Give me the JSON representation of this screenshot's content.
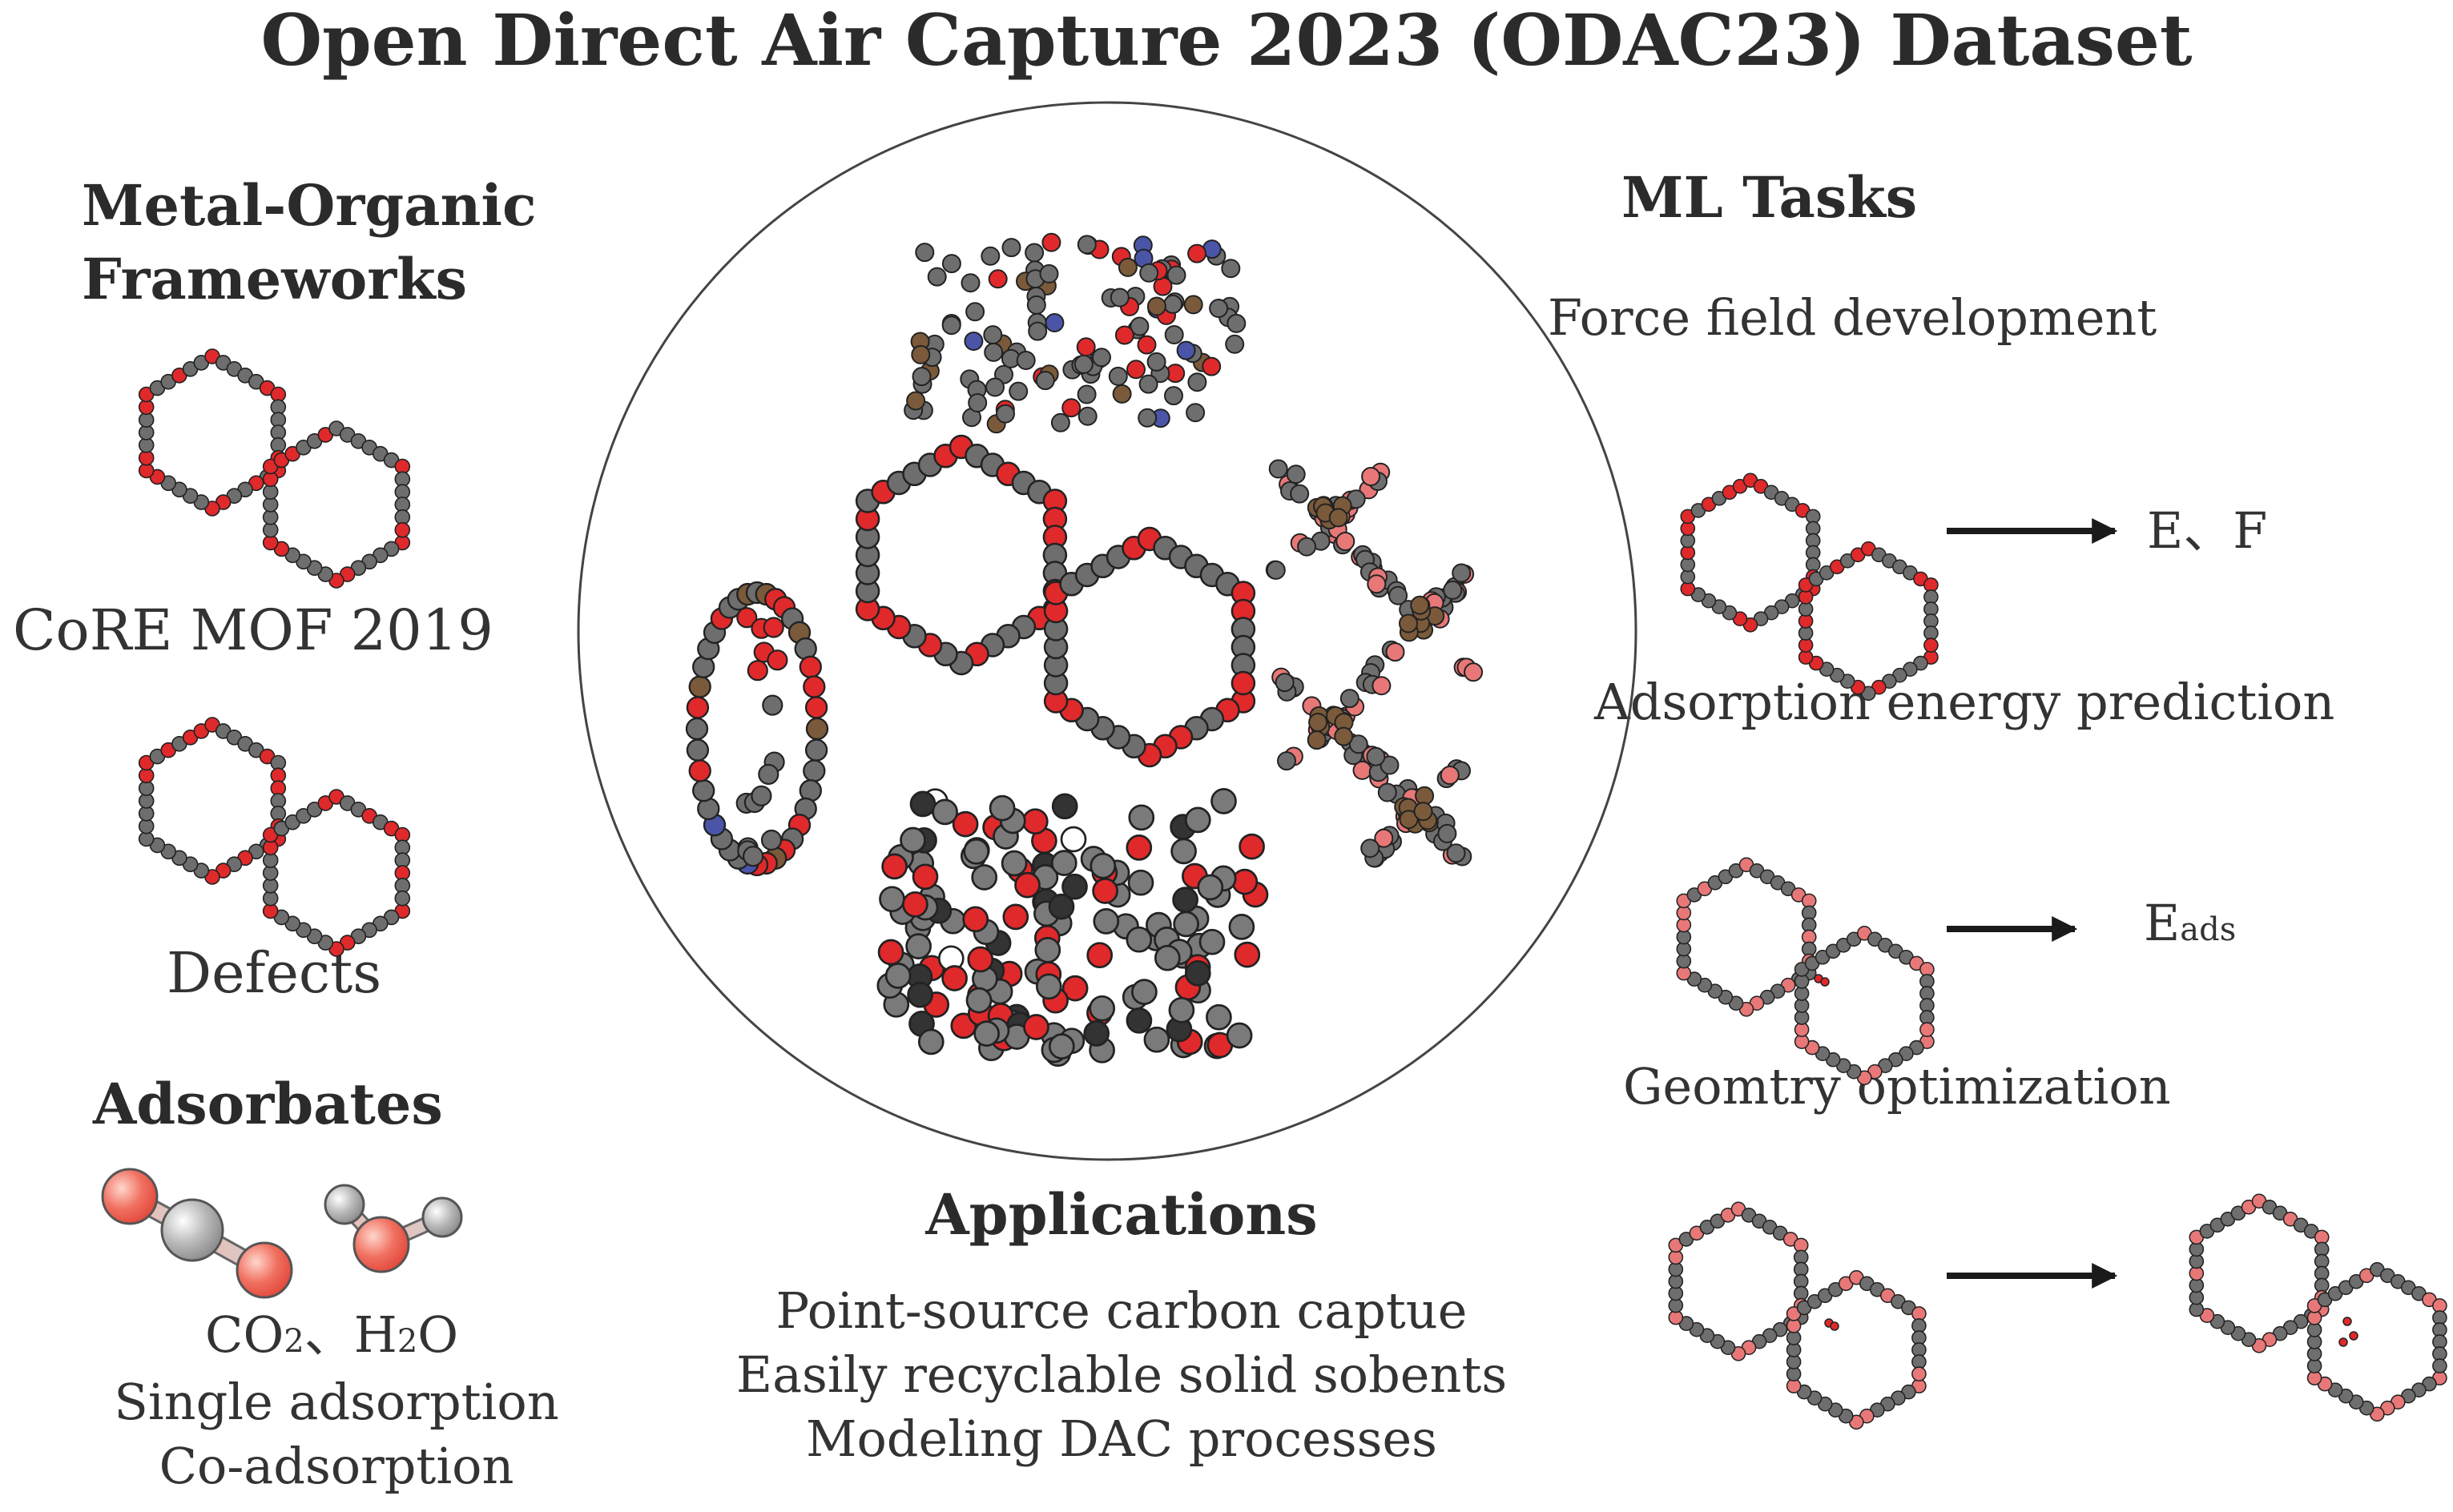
{
  "title": "Open Direct Air Capture 2023 (ODAC23) Dataset",
  "mof": {
    "heading_line1": "Metal-Organic",
    "heading_line2": "Frameworks",
    "label_core": "CoRE MOF 2019",
    "label_defects": "Defects"
  },
  "adsorbates": {
    "heading": "Adsorbates",
    "mol_co2": "CO",
    "sub_2a": "2",
    "sep": "、",
    "mol_h2o_h": "H",
    "sub_2b": "2",
    "mol_h2o_o": "O",
    "line_single": "Single adsorption",
    "line_co": "Co-adsorption"
  },
  "applications": {
    "heading": "Applications",
    "items": [
      "Point-source carbon captue",
      "Easily recyclable solid sobents",
      "Modeling DAC processes"
    ]
  },
  "ml_tasks": {
    "heading": "ML Tasks",
    "task1": "Force field development",
    "task1_output": "E、F",
    "task2": "Adsorption energy prediction",
    "task2_output_main": "E",
    "task2_output_sub": "ads",
    "task3": "Geomtry optimization"
  },
  "colors": {
    "atom_gray": "#6e6e6e",
    "atom_red": "#e0292b",
    "atom_pink": "#e87878",
    "atom_brown": "#7a5a3a",
    "atom_blue": "#4a55a8",
    "atom_dark": "#333333",
    "outline": "#222222"
  },
  "icons": [
    "mof-cluster-icon",
    "co2-molecule-icon",
    "h2o-molecule-icon",
    "arrow-right-icon"
  ]
}
